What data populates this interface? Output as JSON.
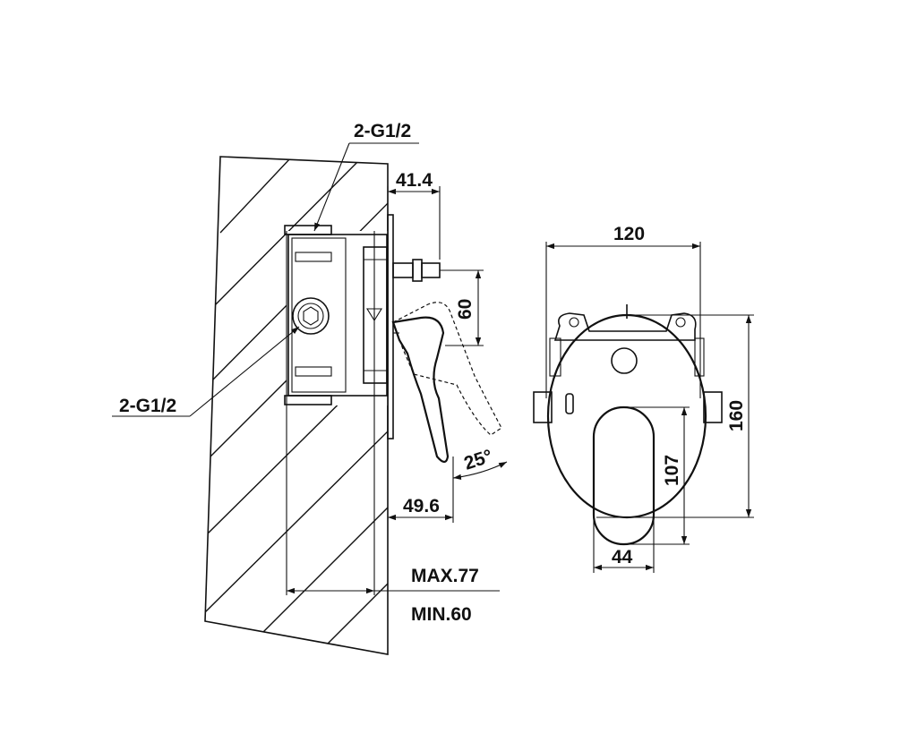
{
  "side_view": {
    "label_top_thread": "2-G1/2",
    "label_left_thread": "2-G1/2",
    "dim_cover_depth": "41.4",
    "dim_lever_height": "60",
    "dim_lever_angle": "25°",
    "dim_lever_depth": "49.6",
    "dim_max_depth": "MAX.77",
    "dim_min_depth": "MIN.60"
  },
  "front_view": {
    "dim_width": "120",
    "dim_height": "160",
    "dim_handle_height": "107",
    "dim_handle_width": "44"
  }
}
